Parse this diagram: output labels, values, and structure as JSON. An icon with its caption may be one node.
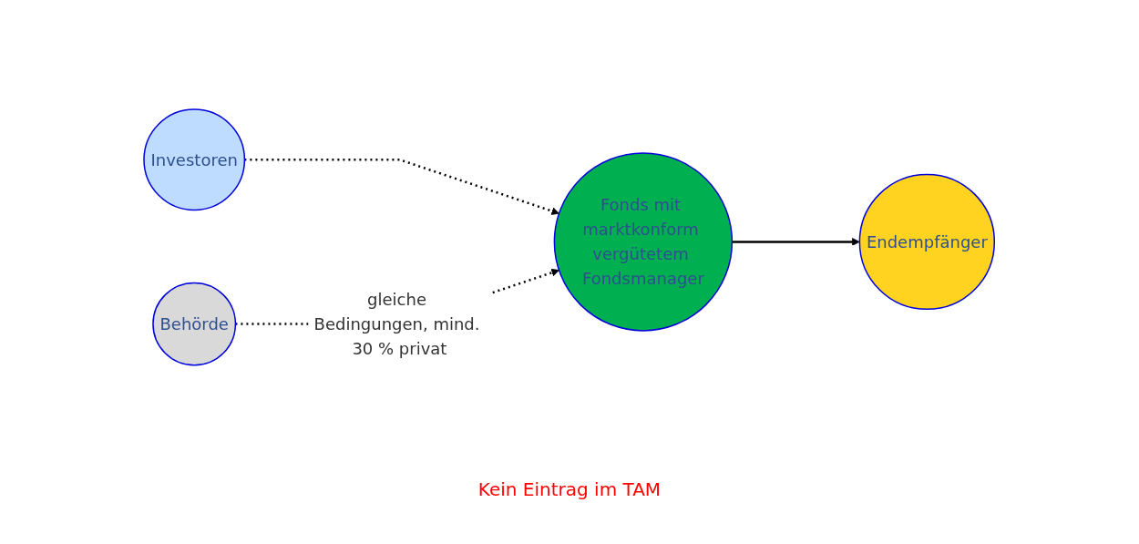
{
  "diagram": {
    "nodes": [
      {
        "text": [
          "Investoren"
        ]
      },
      {
        "text": [
          "Fonds mit marktkonform vergütetem Fondsmanager"
        ]
      },
      {
        "text": [
          "Endempfänger"
        ]
      },
      {
        "text": [
          "Behörde"
        ]
      }
    ],
    "edges": [
      {
        "from": 0,
        "to": 1,
        "arrow": "to",
        "style": "dashed"
      },
      {
        "from": 1,
        "to": 2,
        "arrow": "to"
      },
      {
        "from": 3,
        "to": 1,
        "arrow": "to",
        "style": "dashed",
        "label": "gleiche Bedingungen, mind. 30 % privat"
      }
    ],
    "labels": [
      "Kein Eintrag im TAM"
    ]
  }
}
